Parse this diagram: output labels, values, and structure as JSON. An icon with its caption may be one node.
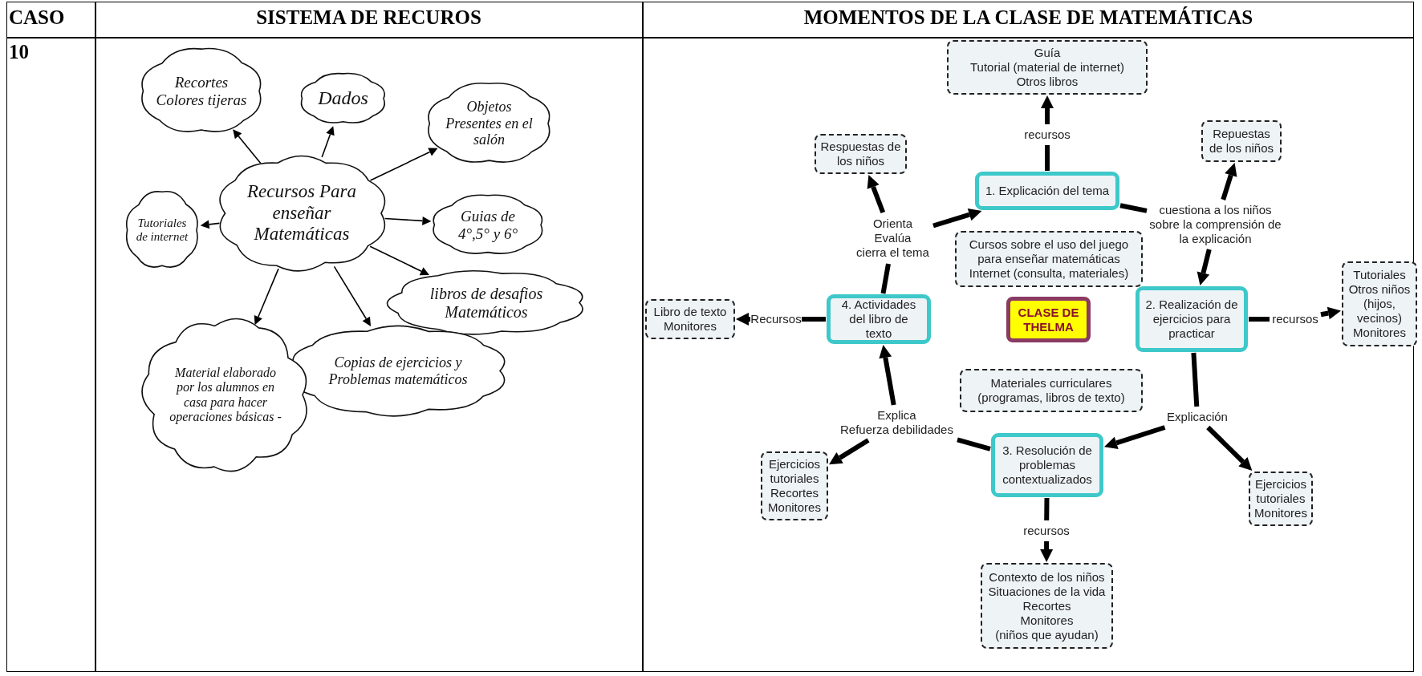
{
  "diagram": {
    "nodes": [
      {
        "text": [
          "Recursos Para enseñar Matemáticas"
        ]
      },
      {
        "text": [
          "Recortes Colores tijeras"
        ]
      },
      {
        "text": [
          "Dados"
        ]
      },
      {
        "text": [
          "Objetos Presentes en el salón"
        ]
      },
      {
        "text": [
          "Tutoriales de internet"
        ]
      },
      {
        "text": [
          "Guias de 4°,5° y 6°"
        ]
      },
      {
        "text": [
          "libros de desafios Matemáticos"
        ]
      },
      {
        "text": [
          "Copias de ejercicios y Problemas matemáticos"
        ]
      },
      {
        "text": [
          "Material elaborado por los alumnos en casa para hacer operaciones básicas -"
        ]
      },
      {
        "text": [
          "Guía",
          "Tutorial (material de internet)",
          "Otros libros"
        ]
      },
      {
        "text": [
          "Respuestas de los niños"
        ]
      },
      {
        "text": [
          "recursos"
        ]
      },
      {
        "text": [
          "1. Explicación del tema"
        ]
      },
      {
        "text": [
          "Repuestas de los niños"
        ]
      },
      {
        "text": [
          "cuestiona a los niños sobre la comprensión de la explicación"
        ]
      },
      {
        "text": [
          "Orienta",
          "Evalúa",
          "cierra el tema"
        ]
      },
      {
        "text": [
          "Cursos sobre el uso del juego para enseñar matemáticas",
          "Internet (consulta, materiales)"
        ]
      },
      {
        "text": [
          "Libro de texto",
          "Monitores"
        ]
      },
      {
        "text": [
          "Recursos"
        ]
      },
      {
        "text": [
          "4. Actividades del libro de texto"
        ]
      },
      {
        "text": [
          "CLASE DE THELMA"
        ]
      },
      {
        "text": [
          "2. Realización de ejercicios para practicar"
        ]
      },
      {
        "text": [
          "recursos"
        ]
      },
      {
        "text": [
          "Tutoriales",
          "Otros niños",
          "(hijos, vecinos)",
          "Monitores"
        ]
      },
      {
        "text": [
          "Materiales curriculares",
          "(programas, libros de texto)"
        ]
      },
      {
        "text": [
          "Explica",
          "Refuerza debilidades"
        ]
      },
      {
        "text": [
          "Explicación"
        ]
      },
      {
        "text": [
          "Ejercicios",
          "tutoriales",
          "Recortes",
          "Monitores"
        ]
      },
      {
        "text": [
          "3. Resolución de problemas contextualizados"
        ]
      },
      {
        "text": [
          "Ejercicios",
          "tutoriales",
          "Monitores"
        ]
      },
      {
        "text": [
          "recursos"
        ]
      },
      {
        "text": [
          "Contexto de los niños",
          "Situaciones de la vida",
          "Recortes",
          "Monitores",
          "(niños que ayudan)"
        ]
      }
    ],
    "edges": [
      {
        "from": 0,
        "to": 1,
        "arrow": "to"
      },
      {
        "from": 0,
        "to": 2,
        "arrow": "to"
      },
      {
        "from": 0,
        "to": 3,
        "arrow": "to"
      },
      {
        "from": 0,
        "to": 4,
        "arrow": "to"
      },
      {
        "from": 0,
        "to": 5,
        "arrow": "to"
      },
      {
        "from": 0,
        "to": 6,
        "arrow": "to"
      },
      {
        "from": 0,
        "to": 7,
        "arrow": "to"
      },
      {
        "from": 0,
        "to": 8,
        "arrow": "to"
      },
      {
        "from": 12,
        "to": 11,
        "arrow": "none"
      },
      {
        "from": 11,
        "to": 9,
        "arrow": "to"
      },
      {
        "from": 12,
        "to": 14,
        "arrow": "none"
      },
      {
        "from": 14,
        "to": 13,
        "arrow": "to"
      },
      {
        "from": 14,
        "to": 21,
        "arrow": "to"
      },
      {
        "from": 21,
        "to": 22,
        "arrow": "none"
      },
      {
        "from": 22,
        "to": 23,
        "arrow": "to"
      },
      {
        "from": 21,
        "to": 26,
        "arrow": "none"
      },
      {
        "from": 26,
        "to": 28,
        "arrow": "to"
      },
      {
        "from": 26,
        "to": 29,
        "arrow": "to"
      },
      {
        "from": 28,
        "to": 30,
        "arrow": "none"
      },
      {
        "from": 30,
        "to": 31,
        "arrow": "to"
      },
      {
        "from": 28,
        "to": 25,
        "arrow": "none"
      },
      {
        "from": 25,
        "to": 27,
        "arrow": "to"
      },
      {
        "from": 25,
        "to": 19,
        "arrow": "to"
      },
      {
        "from": 19,
        "to": 18,
        "arrow": "none"
      },
      {
        "from": 18,
        "to": 17,
        "arrow": "to"
      },
      {
        "from": 19,
        "to": 15,
        "arrow": "none"
      },
      {
        "from": 15,
        "to": 10,
        "arrow": "to"
      },
      {
        "from": 15,
        "to": 12,
        "arrow": "to"
      }
    ],
    "labels": [
      "CASO",
      "SISTEMA DE RECUROS",
      "MOMENTOS DE LA CLASE DE MATEMÁTICAS",
      "10"
    ]
  }
}
